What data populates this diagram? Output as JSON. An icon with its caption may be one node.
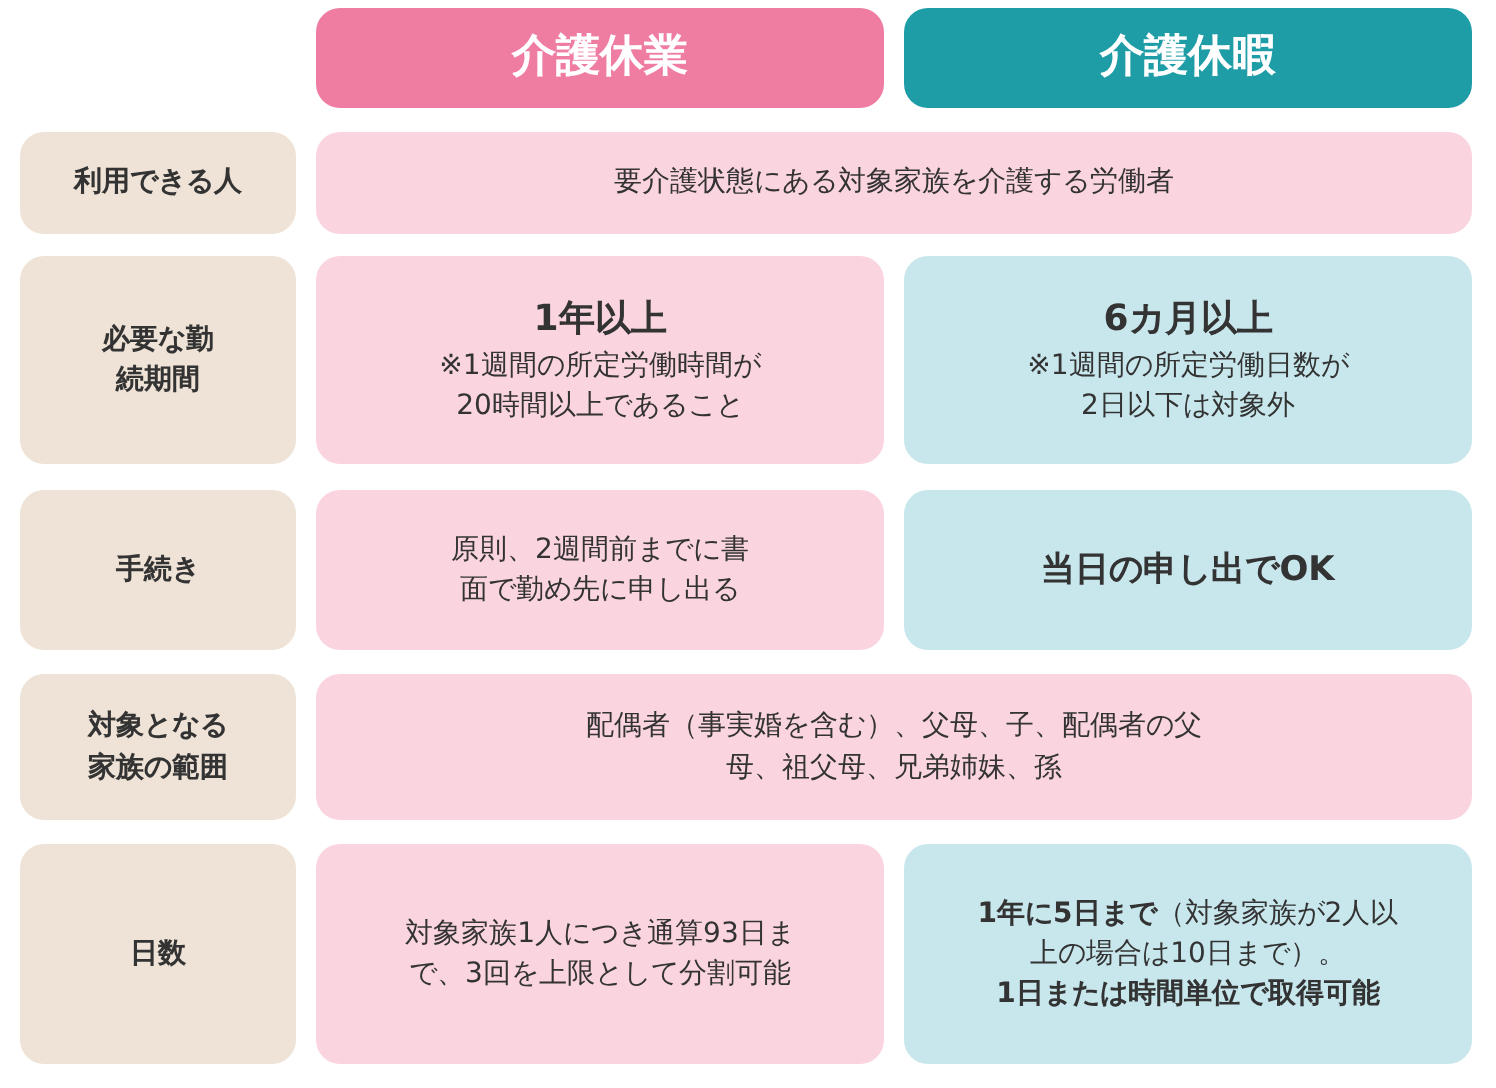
{
  "diagram": {
    "nodes": [
      {
        "text": [
          "介護休業"
        ]
      },
      {
        "text": [
          "介護休暇"
        ]
      },
      {
        "text": [
          "利用できる人"
        ]
      },
      {
        "text": [
          "要介護状態にある対象家族を介護する労働者"
        ]
      },
      {
        "text": [
          "必要な勤続期間"
        ]
      },
      {
        "text": [
          "1年以上",
          "※1週間の所定労働時間が20時間以上であること"
        ]
      },
      {
        "text": [
          "6カ月以上",
          "※1週間の所定労働日数が2日以下は対象外"
        ]
      },
      {
        "text": [
          "手続き"
        ]
      },
      {
        "text": [
          "原則、2週間前までに書面で勤め先に申し出る"
        ]
      },
      {
        "text": [
          "当日の申し出でOK"
        ]
      },
      {
        "text": [
          "対象となる家族の範囲"
        ]
      },
      {
        "text": [
          "配偶者（事実婚を含む）、父母、子、配偶者の父母、祖父母、兄弟姉妹、孫"
        ]
      },
      {
        "text": [
          "日数"
        ]
      },
      {
        "text": [
          "対象家族1人につき通算93日まで、3回を上限として分割可能"
        ]
      },
      {
        "text": [
          "**1年に5日まで**（対象家族が2人以上の場合は10日まで）。",
          "**1日または時間単位で取得可能**"
        ]
      }
    ]
  }
}
